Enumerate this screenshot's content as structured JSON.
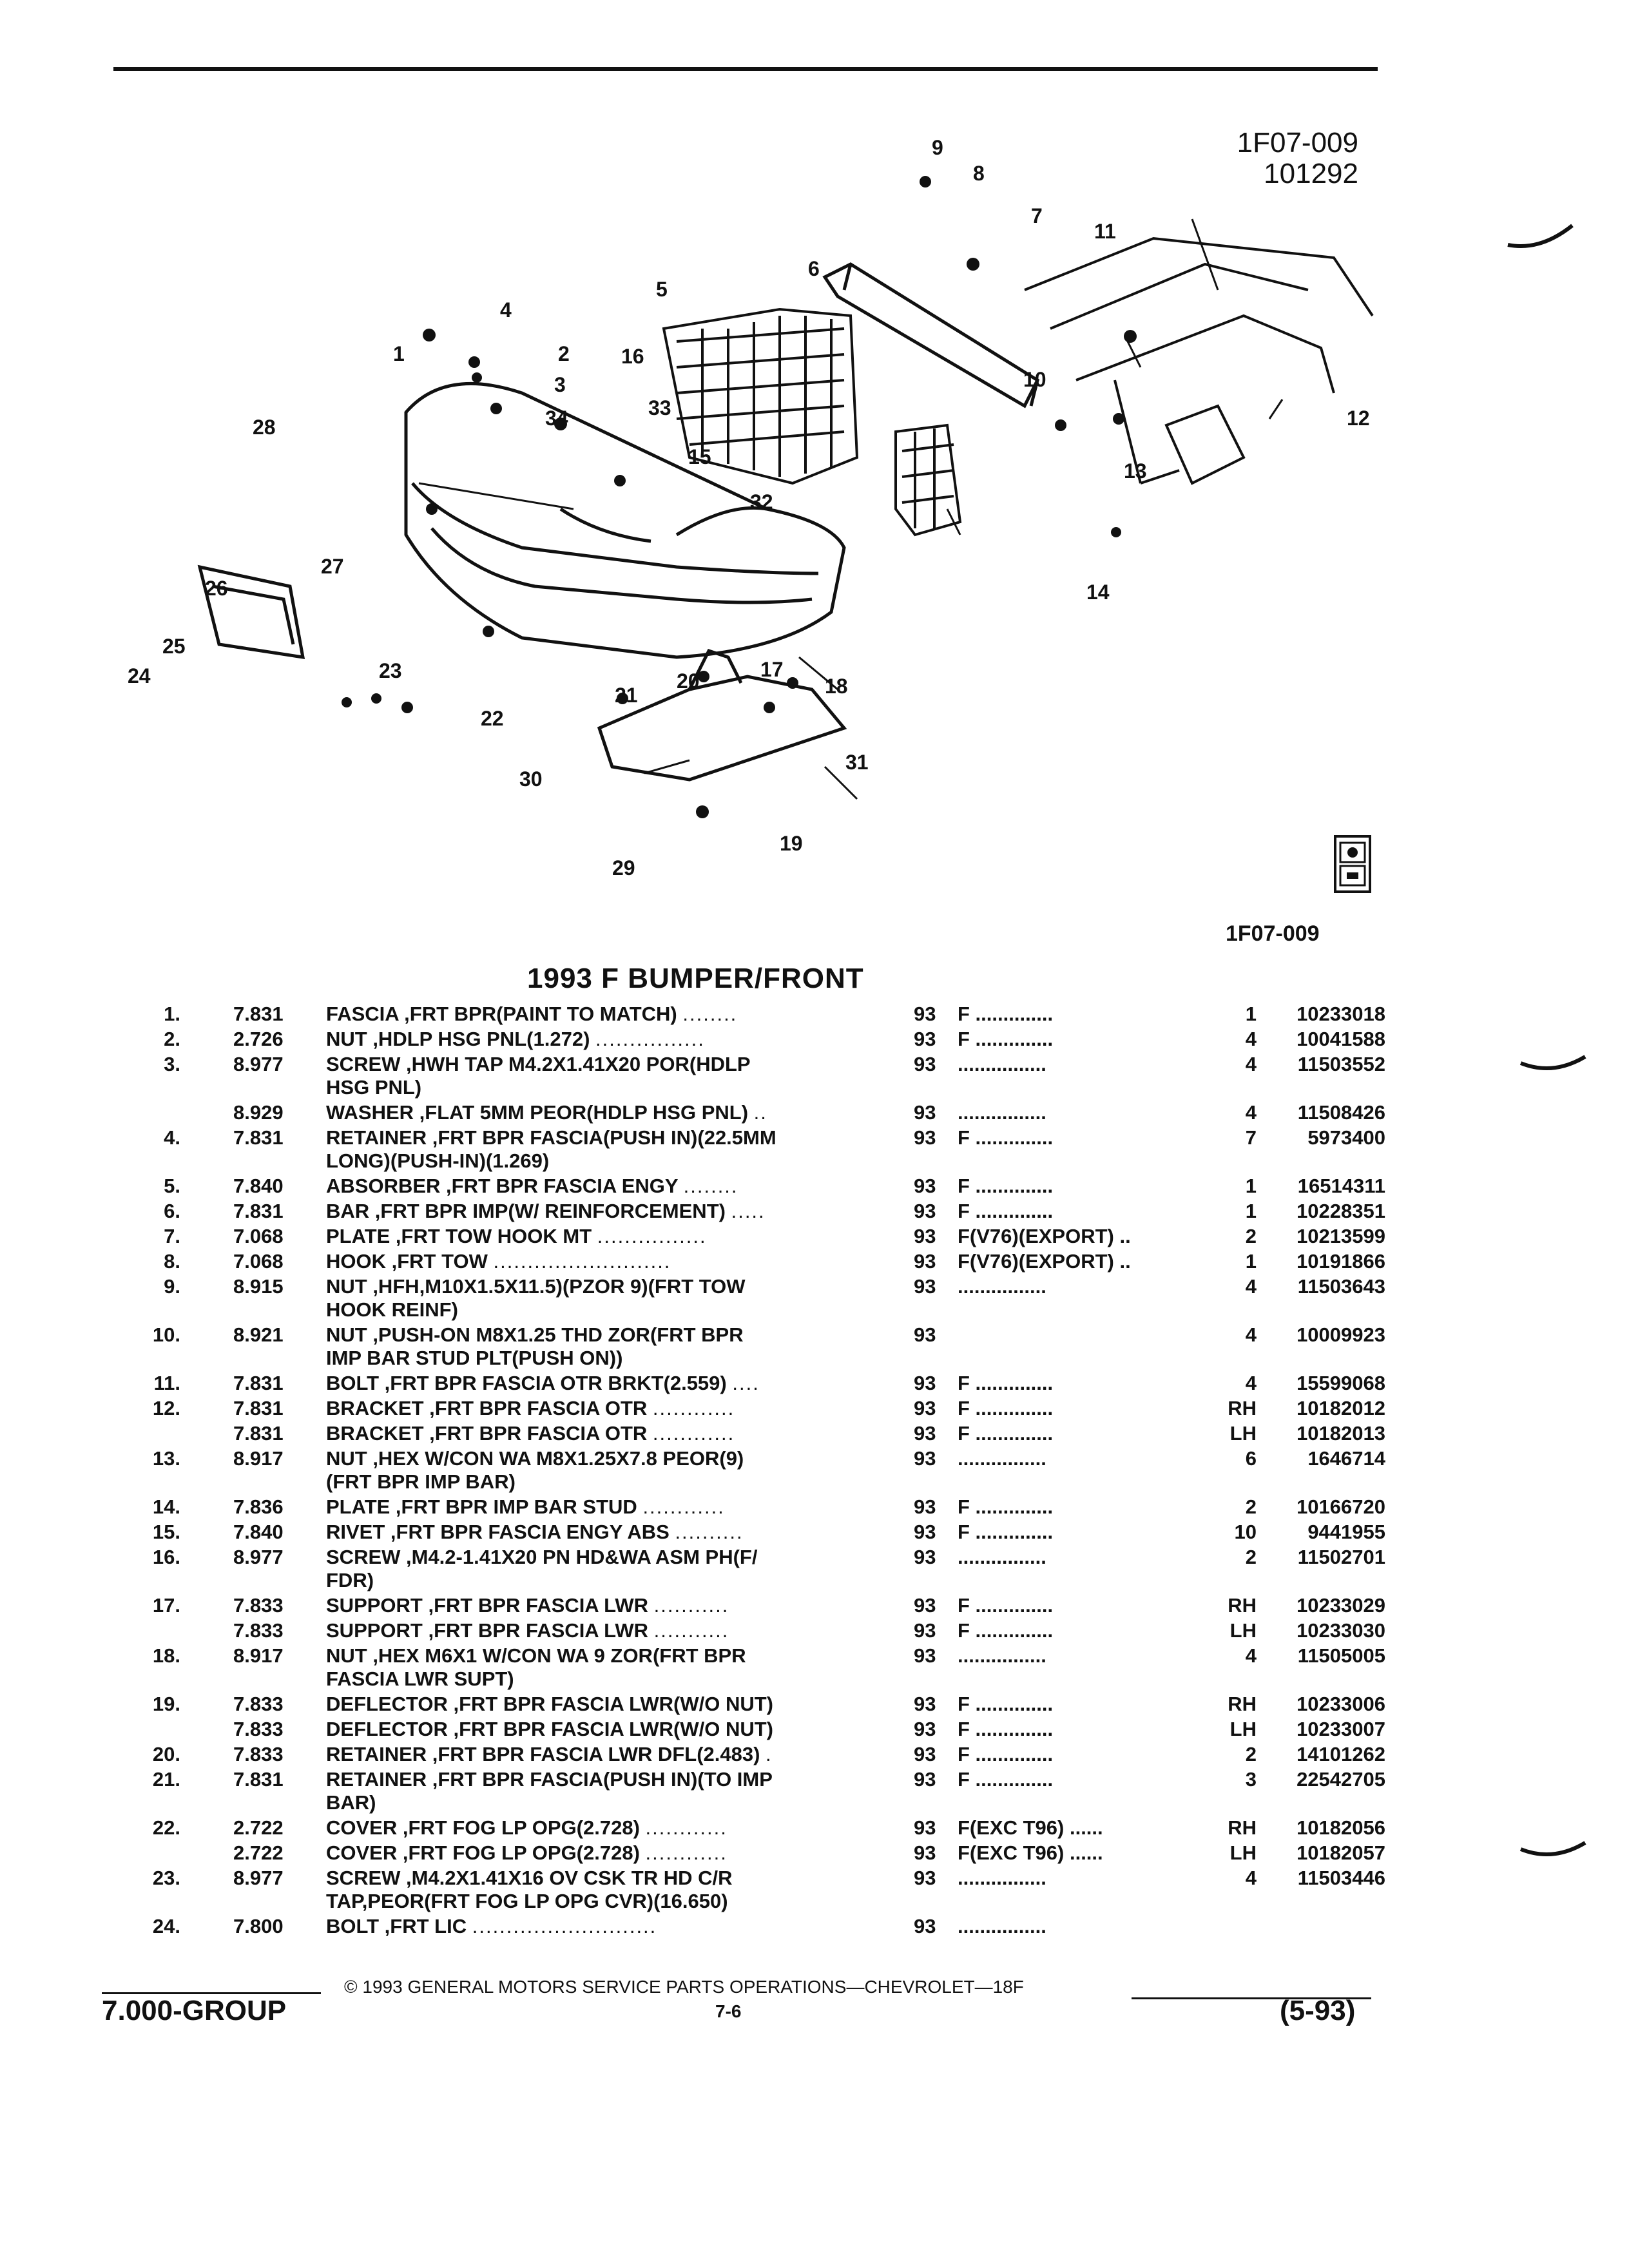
{
  "header": {
    "code": "1F07-009",
    "date_code": "101292"
  },
  "diagram": {
    "callouts": [
      "1",
      "2",
      "3",
      "4",
      "5",
      "6",
      "7",
      "8",
      "9",
      "10",
      "11",
      "12",
      "13",
      "14",
      "15",
      "16",
      "17",
      "18",
      "19",
      "20",
      "21",
      "22",
      "23",
      "24",
      "25",
      "26",
      "27",
      "28",
      "29",
      "30",
      "31",
      "32",
      "33",
      "34"
    ],
    "figure_code": "1F07-009",
    "badge_icon": "gm-spo-logo-icon"
  },
  "section": {
    "title": "1993 F BUMPER/FRONT"
  },
  "parts": [
    {
      "no": "1.",
      "group": "7.831",
      "desc": "FASCIA ,FRT BPR(PAINT TO MATCH)",
      "dots": "........",
      "year": "93",
      "code": "F ..............",
      "qty": "1",
      "part": "10233018"
    },
    {
      "no": "2.",
      "group": "2.726",
      "desc": "NUT ,HDLP HSG PNL(1.272)",
      "dots": "................",
      "year": "93",
      "code": "F ..............",
      "qty": "4",
      "part": "10041588"
    },
    {
      "no": "3.",
      "group": "8.977",
      "desc": "SCREW ,HWH TAP M4.2X1.41X20 POR(HDLP\nHSG PNL)",
      "dots": "",
      "year": "93",
      "code": "................",
      "qty": "4",
      "part": "11503552"
    },
    {
      "no": "",
      "group": "8.929",
      "desc": "WASHER ,FLAT 5MM PEOR(HDLP HSG PNL)",
      "dots": "..",
      "year": "93",
      "code": "................",
      "qty": "4",
      "part": "11508426"
    },
    {
      "no": "4.",
      "group": "7.831",
      "desc": "RETAINER ,FRT BPR FASCIA(PUSH IN)(22.5MM\nLONG)(PUSH-IN)(1.269)",
      "dots": "",
      "year": "93",
      "code": "F ..............",
      "qty": "7",
      "part": "5973400"
    },
    {
      "no": "5.",
      "group": "7.840",
      "desc": "ABSORBER ,FRT BPR FASCIA ENGY",
      "dots": "........",
      "year": "93",
      "code": "F ..............",
      "qty": "1",
      "part": "16514311"
    },
    {
      "no": "6.",
      "group": "7.831",
      "desc": "BAR ,FRT BPR IMP(W/ REINFORCEMENT)",
      "dots": ".....",
      "year": "93",
      "code": "F ..............",
      "qty": "1",
      "part": "10228351"
    },
    {
      "no": "7.",
      "group": "7.068",
      "desc": "PLATE ,FRT TOW HOOK MT",
      "dots": "................",
      "year": "93",
      "code": "F(V76)(EXPORT) ..",
      "qty": "2",
      "part": "10213599"
    },
    {
      "no": "8.",
      "group": "7.068",
      "desc": "HOOK ,FRT TOW",
      "dots": "..........................",
      "year": "93",
      "code": "F(V76)(EXPORT) ..",
      "qty": "1",
      "part": "10191866"
    },
    {
      "no": "9.",
      "group": "8.915",
      "desc": "NUT ,HFH,M10X1.5X11.5)(PZOR 9)(FRT TOW\nHOOK REINF)",
      "dots": "",
      "year": "93",
      "code": "................",
      "qty": "4",
      "part": "11503643"
    },
    {
      "no": "10.",
      "group": "8.921",
      "desc": "NUT ,PUSH-ON M8X1.25 THD ZOR(FRT BPR\nIMP BAR STUD PLT(PUSH ON))",
      "dots": "",
      "year": "93",
      "code": "",
      "qty": "4",
      "part": "10009923"
    },
    {
      "no": "11.",
      "group": "7.831",
      "desc": "BOLT ,FRT BPR FASCIA OTR BRKT(2.559)",
      "dots": "....",
      "year": "93",
      "code": "F ..............",
      "qty": "4",
      "part": "15599068"
    },
    {
      "no": "12.",
      "group": "7.831",
      "desc": "BRACKET ,FRT BPR FASCIA OTR",
      "dots": "............",
      "year": "93",
      "code": "F ..............",
      "qty": "RH",
      "part": "10182012"
    },
    {
      "no": "",
      "group": "7.831",
      "desc": "BRACKET ,FRT BPR FASCIA OTR",
      "dots": "............",
      "year": "93",
      "code": "F ..............",
      "qty": "LH",
      "part": "10182013"
    },
    {
      "no": "13.",
      "group": "8.917",
      "desc": "NUT ,HEX W/CON WA M8X1.25X7.8 PEOR(9)\n(FRT BPR IMP BAR)",
      "dots": "",
      "year": "93",
      "code": "................",
      "qty": "6",
      "part": "1646714"
    },
    {
      "no": "14.",
      "group": "7.836",
      "desc": "PLATE ,FRT BPR IMP BAR STUD",
      "dots": "............",
      "year": "93",
      "code": "F ..............",
      "qty": "2",
      "part": "10166720"
    },
    {
      "no": "15.",
      "group": "7.840",
      "desc": "RIVET ,FRT BPR FASCIA ENGY ABS",
      "dots": "..........",
      "year": "93",
      "code": "F ..............",
      "qty": "10",
      "part": "9441955"
    },
    {
      "no": "16.",
      "group": "8.977",
      "desc": "SCREW ,M4.2-1.41X20 PN HD&WA ASM PH(F/\nFDR)",
      "dots": "",
      "year": "93",
      "code": "................",
      "qty": "2",
      "part": "11502701"
    },
    {
      "no": "17.",
      "group": "7.833",
      "desc": "SUPPORT ,FRT BPR FASCIA LWR",
      "dots": "...........",
      "year": "93",
      "code": "F ..............",
      "qty": "RH",
      "part": "10233029"
    },
    {
      "no": "",
      "group": "7.833",
      "desc": "SUPPORT ,FRT BPR FASCIA LWR",
      "dots": "...........",
      "year": "93",
      "code": "F ..............",
      "qty": "LH",
      "part": "10233030"
    },
    {
      "no": "18.",
      "group": "8.917",
      "desc": "NUT ,HEX M6X1 W/CON WA 9 ZOR(FRT BPR\nFASCIA LWR SUPT)",
      "dots": "",
      "year": "93",
      "code": "................",
      "qty": "4",
      "part": "11505005"
    },
    {
      "no": "19.",
      "group": "7.833",
      "desc": "DEFLECTOR ,FRT BPR FASCIA LWR(W/O NUT)",
      "dots": "",
      "year": "93",
      "code": "F ..............",
      "qty": "RH",
      "part": "10233006"
    },
    {
      "no": "",
      "group": "7.833",
      "desc": "DEFLECTOR ,FRT BPR FASCIA LWR(W/O NUT)",
      "dots": "",
      "year": "93",
      "code": "F ..............",
      "qty": "LH",
      "part": "10233007"
    },
    {
      "no": "20.",
      "group": "7.833",
      "desc": "RETAINER ,FRT BPR FASCIA LWR DFL(2.483)",
      "dots": ".",
      "year": "93",
      "code": "F ..............",
      "qty": "2",
      "part": "14101262"
    },
    {
      "no": "21.",
      "group": "7.831",
      "desc": "RETAINER ,FRT BPR FASCIA(PUSH IN)(TO IMP\nBAR)",
      "dots": "",
      "year": "93",
      "code": "F ..............",
      "qty": "3",
      "part": "22542705"
    },
    {
      "no": "22.",
      "group": "2.722",
      "desc": "COVER ,FRT FOG LP OPG(2.728)",
      "dots": "............",
      "year": "93",
      "code": "F(EXC T96) ......",
      "qty": "RH",
      "part": "10182056"
    },
    {
      "no": "",
      "group": "2.722",
      "desc": "COVER ,FRT FOG LP OPG(2.728)",
      "dots": "............",
      "year": "93",
      "code": "F(EXC T96) ......",
      "qty": "LH",
      "part": "10182057"
    },
    {
      "no": "23.",
      "group": "8.977",
      "desc": "SCREW ,M4.2X1.41X16 OV CSK TR HD C/R\nTAP,PEOR(FRT FOG LP OPG CVR)(16.650)",
      "dots": "",
      "year": "93",
      "code": "................",
      "qty": "4",
      "part": "11503446"
    },
    {
      "no": "24.",
      "group": "7.800",
      "desc": "BOLT ,FRT LIC",
      "dots": "...........................",
      "year": "93",
      "code": "................",
      "qty": "",
      "part": ""
    }
  ],
  "footer": {
    "copyright": "© 1993 GENERAL MOTORS SERVICE PARTS OPERATIONS—CHEVROLET—18F",
    "page": "7-6",
    "group": "7.000-GROUP",
    "date": "(5-93)"
  }
}
